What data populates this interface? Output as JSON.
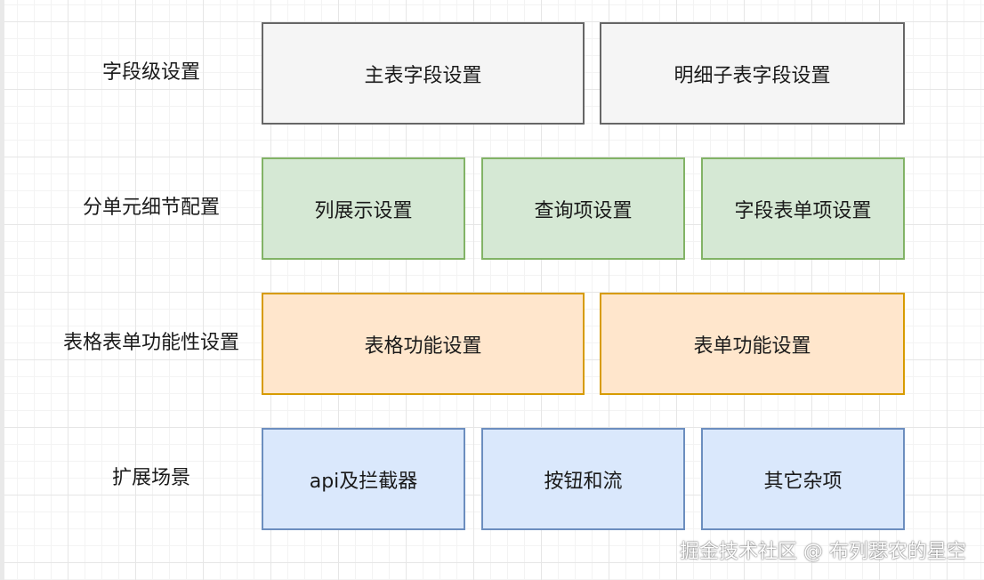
{
  "rows": [
    {
      "label": "字段级设置",
      "boxes": [
        "主表字段设置",
        "明细子表字段设置"
      ],
      "style": "gray"
    },
    {
      "label": "分单元细节配置",
      "boxes": [
        "列展示设置",
        "查询项设置",
        "字段表单项设置"
      ],
      "style": "green"
    },
    {
      "label": "表格表单功能性设置",
      "boxes": [
        "表格功能设置",
        "表单功能设置"
      ],
      "style": "orange"
    },
    {
      "label": "扩展场景",
      "boxes": [
        "api及拦截器",
        "按钮和流",
        "其它杂项"
      ],
      "style": "blue"
    }
  ],
  "colors": {
    "gray_fill": "#f5f5f5",
    "gray_stroke": "#666666",
    "green_fill": "#d5e8d4",
    "green_stroke": "#82b366",
    "orange_fill": "#ffe6cc",
    "orange_stroke": "#d79b00",
    "blue_fill": "#dae8fc",
    "blue_stroke": "#6c8ebf"
  },
  "watermark": "掘金技术社区 @ 布列瑟农的星空"
}
